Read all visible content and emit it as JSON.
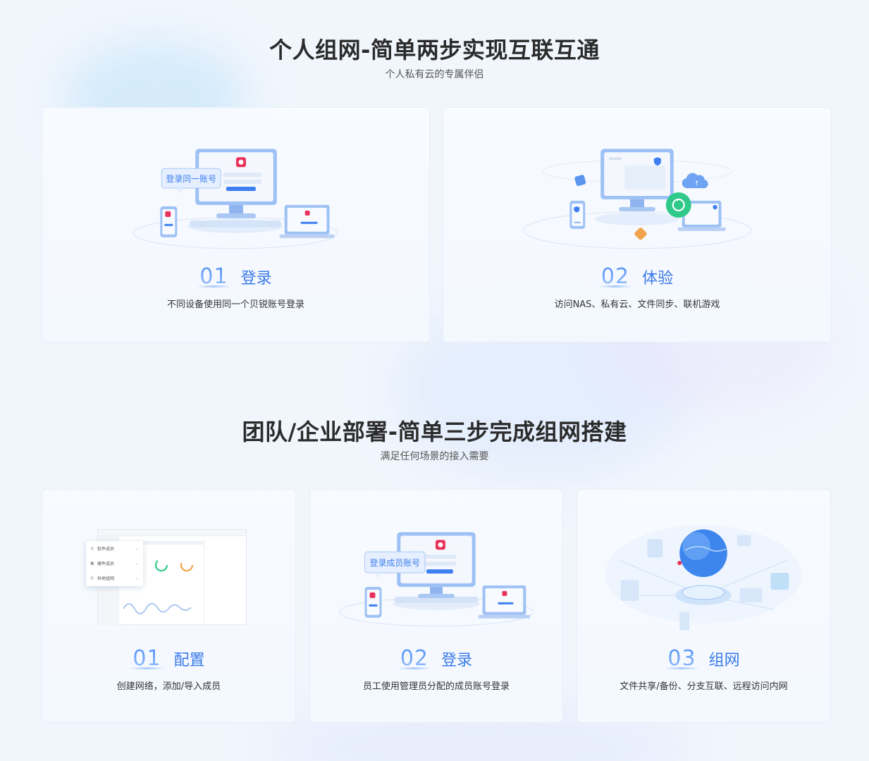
{
  "section1": {
    "title": "个人组网-简单两步实现互联互通",
    "subtitle": "个人私有云的专属伴侣",
    "cards": [
      {
        "num": "01",
        "name": "登录",
        "desc": "不同设备使用同一个贝锐账号登录",
        "bubble": "登录同一账号"
      },
      {
        "num": "02",
        "name": "体验",
        "desc": "访问NAS、私有云、文件同步、联机游戏"
      }
    ]
  },
  "section2": {
    "title": "团队/企业部署-简单三步完成组网搭建",
    "subtitle": "满足任何场景的接入需要",
    "cards": [
      {
        "num": "01",
        "name": "配置",
        "desc": "创建网络，添加/导入成员",
        "menu": [
          "软件成员",
          "硬件成员",
          "异地组网"
        ]
      },
      {
        "num": "02",
        "name": "登录",
        "desc": "员工使用管理员分配的成员账号登录",
        "bubble": "登录成员账号"
      },
      {
        "num": "03",
        "name": "组网",
        "desc": "文件共享/备份、分支互联、远程访问内网"
      }
    ]
  },
  "colors": {
    "accent": "#3d7ff0",
    "brand_red": "#e8325a",
    "sync_green": "#2fc98a"
  }
}
